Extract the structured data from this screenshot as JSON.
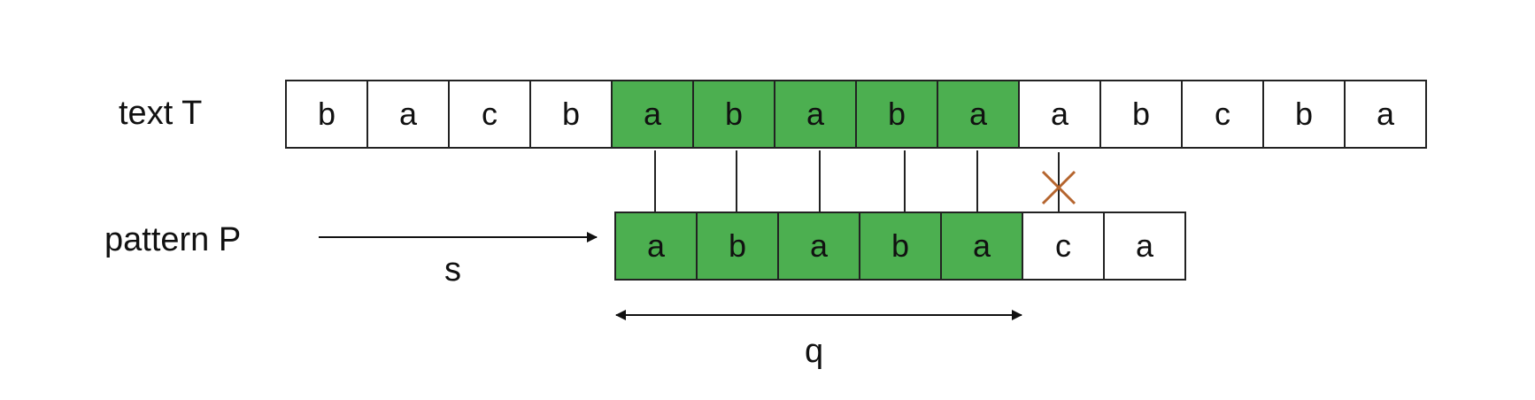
{
  "text_row": {
    "label": "text T",
    "cells": [
      "b",
      "a",
      "c",
      "b",
      "a",
      "b",
      "a",
      "b",
      "a",
      "a",
      "b",
      "c",
      "b",
      "a"
    ],
    "matched": [
      false,
      false,
      false,
      false,
      true,
      true,
      true,
      true,
      true,
      false,
      false,
      false,
      false,
      false
    ]
  },
  "pattern_row": {
    "label": "pattern P",
    "cells": [
      "a",
      "b",
      "a",
      "b",
      "a",
      "c",
      "a"
    ],
    "matched": [
      true,
      true,
      true,
      true,
      true,
      false,
      false
    ]
  },
  "shift_label": "s",
  "match_length_label": "q",
  "colors": {
    "match_fill": "#4caf50",
    "mismatch_mark": "#b5652e",
    "stroke": "#222222"
  }
}
